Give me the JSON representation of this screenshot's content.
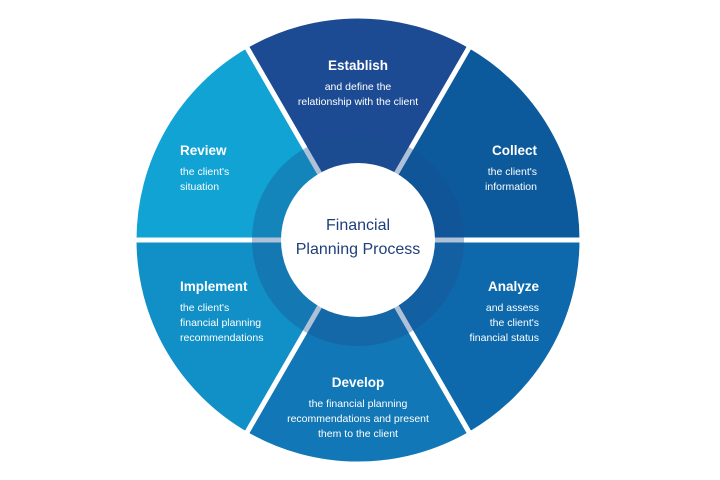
{
  "center": {
    "line1": "Financial",
    "line2": "Planning Process"
  },
  "segments": [
    {
      "key": "establish",
      "title": "Establish",
      "desc": [
        "and define the",
        "relationship with the client"
      ],
      "color": "#1d4b93",
      "anchor": "middle"
    },
    {
      "key": "collect",
      "title": "Collect",
      "desc": [
        "the client's",
        "information"
      ],
      "color": "#0c5a9c",
      "anchor": "end"
    },
    {
      "key": "analyze",
      "title": "Analyze",
      "desc": [
        "and assess",
        "the client's",
        "financial status"
      ],
      "color": "#0e69ac",
      "anchor": "end"
    },
    {
      "key": "develop",
      "title": "Develop",
      "desc": [
        "the financial planning",
        "recommendations and present",
        "them to the client"
      ],
      "color": "#1177b6",
      "anchor": "middle"
    },
    {
      "key": "implement",
      "title": "Implement",
      "desc": [
        "the client's",
        "financial planning",
        "recommendations"
      ],
      "color": "#1190c7",
      "anchor": "start"
    },
    {
      "key": "review",
      "title": "Review",
      "desc": [
        "the client's",
        "situation"
      ],
      "color": "#10a3d3",
      "anchor": "start"
    }
  ],
  "ring_color": "#1b4d90"
}
